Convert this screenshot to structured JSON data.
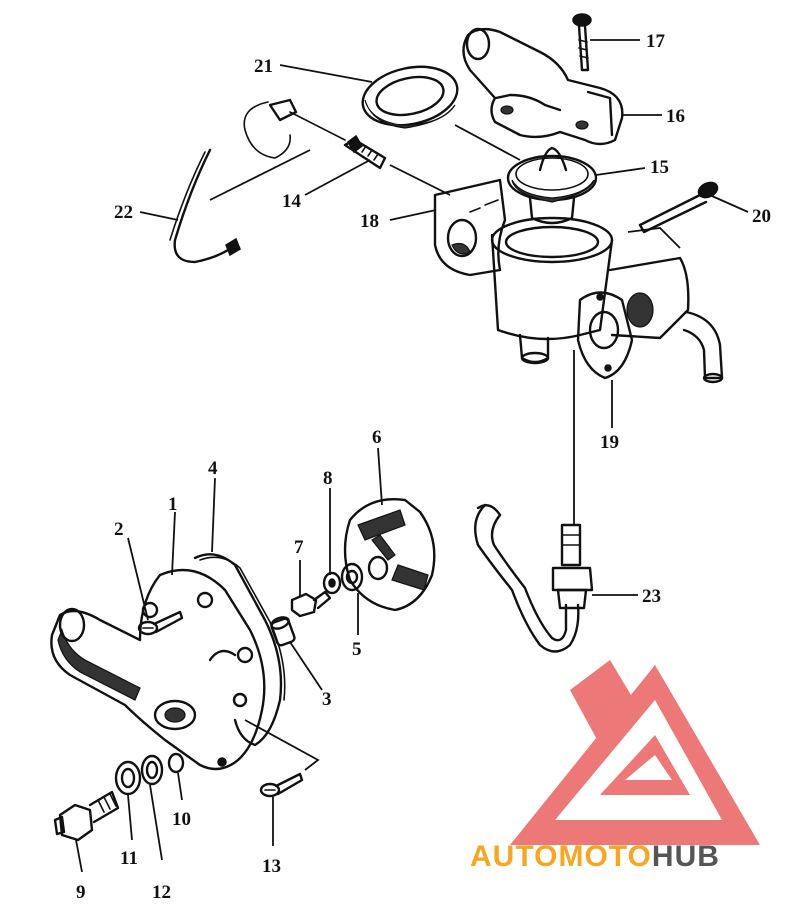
{
  "diagram": {
    "callouts": [
      "1",
      "2",
      "3",
      "4",
      "5",
      "6",
      "7",
      "8",
      "9",
      "10",
      "11",
      "12",
      "13",
      "14",
      "15",
      "16",
      "17",
      "18",
      "19",
      "20",
      "21",
      "22",
      "23"
    ]
  },
  "watermark": {
    "part1": "AUTO",
    "part2": "MOTO",
    "part3": "HUB",
    "colors": {
      "red": "#e84b4b",
      "orange": "#f5a623",
      "gray": "#555555"
    }
  }
}
